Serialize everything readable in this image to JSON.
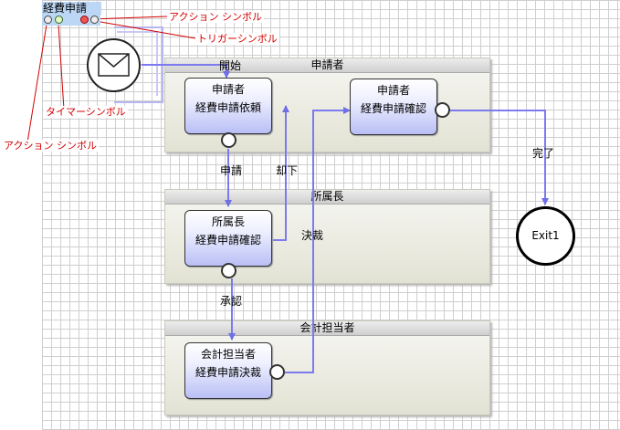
{
  "workflow_title": "経費申請",
  "annotations": {
    "action_symbol_top": "アクション シンボル",
    "trigger_symbol": "トリガーシンボル",
    "timer_symbol": "タイマーシンボル",
    "action_symbol_bottom": "アクション シンボル"
  },
  "start_label": "開始",
  "lanes": [
    {
      "name": "申請者"
    },
    {
      "name": "所属長"
    },
    {
      "name": "会計担当者"
    }
  ],
  "tasks": [
    {
      "role": "申請者",
      "name": "経費申請依頼"
    },
    {
      "role": "申請者",
      "name": "経費申請確認"
    },
    {
      "role": "所属長",
      "name": "経費申請確認"
    },
    {
      "role": "会計担当者",
      "name": "経費申請決裁"
    }
  ],
  "edges": {
    "apply": "申請",
    "reject": "却下",
    "approve": "承認",
    "settle": "決裁",
    "done": "完了"
  },
  "exit_label": "Exit1",
  "colors": {
    "connector": "#7b7bef",
    "annotation": "#d40000",
    "task_gradient_bottom": "#b9bff5",
    "title_bar": "#bcd7f5"
  },
  "icons": [
    "action-icon",
    "timer-icon",
    "trigger-icon",
    "action-icon",
    "envelope-icon"
  ]
}
